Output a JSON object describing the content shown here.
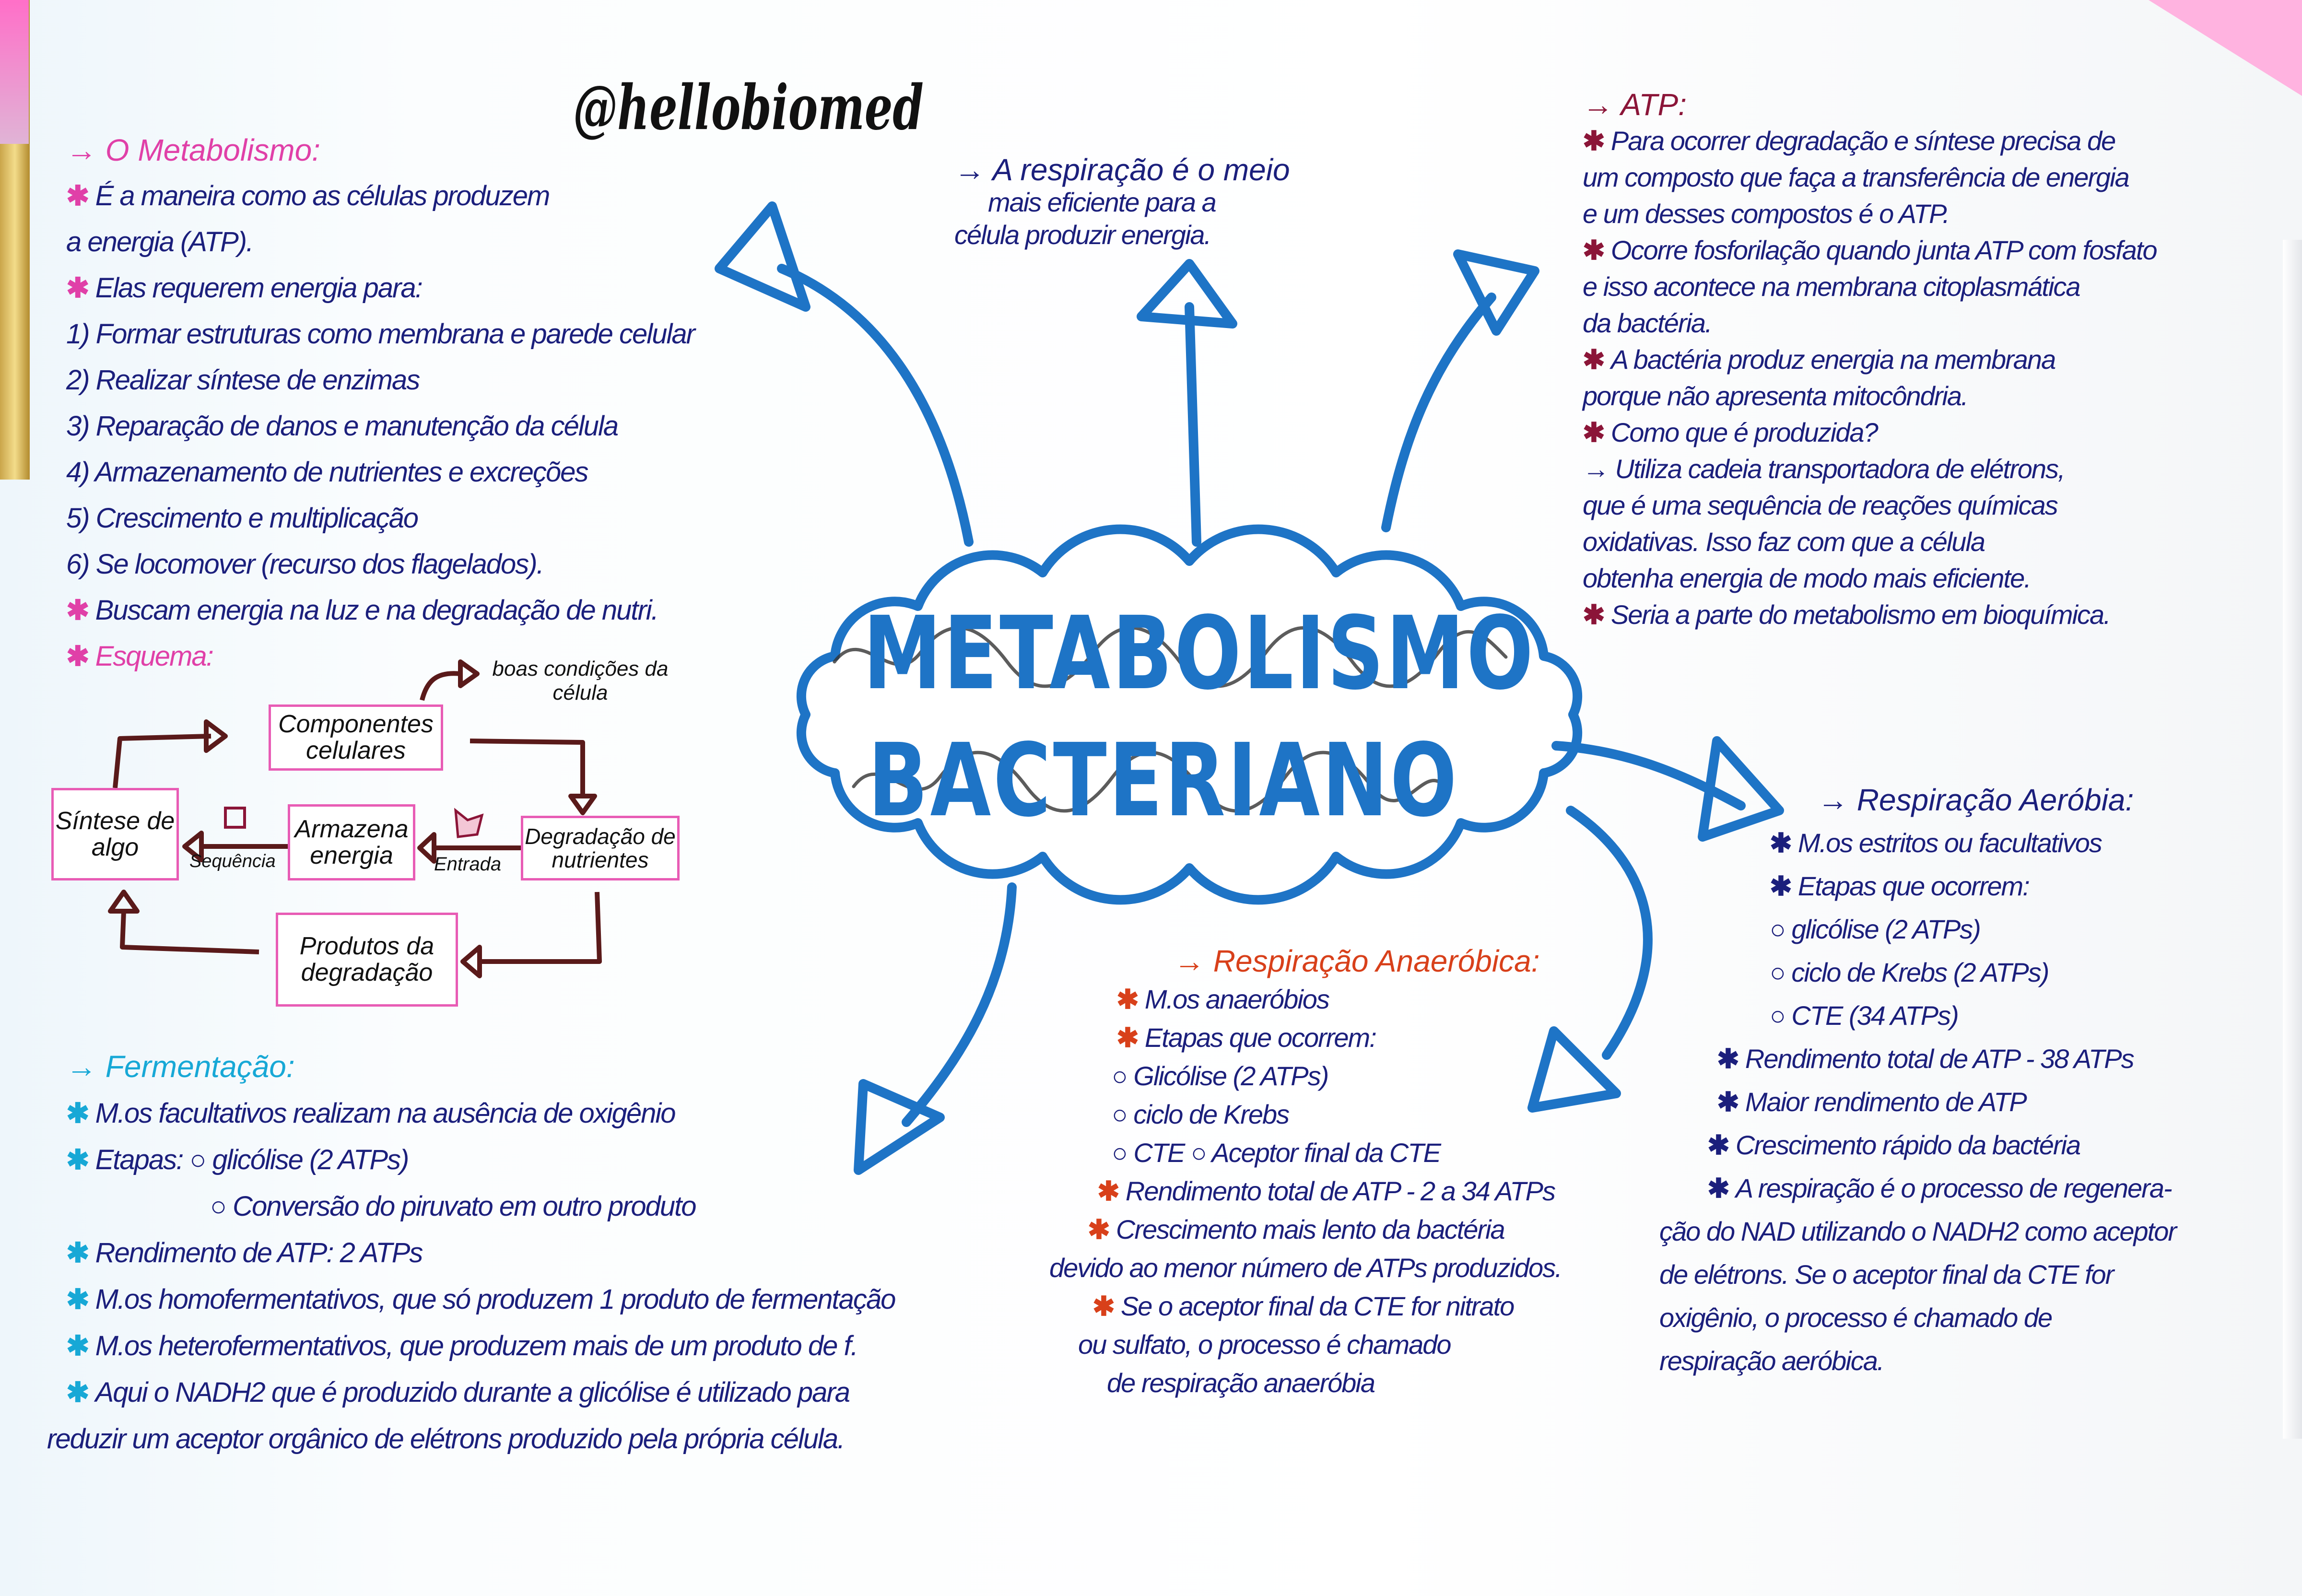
{
  "handle": "@hellobiomed",
  "center": {
    "title_line1": "METABOLISMO",
    "title_line2": "BACTERIANO"
  },
  "colors": {
    "navy": "#1b1f7c",
    "pink": "#e040a8",
    "atp_red": "#8b1538",
    "cyan": "#17a8d6",
    "orange": "#d8401a",
    "arrow_blue": "#1e74c6",
    "diagram_arrow": "#5a1a1a"
  },
  "sections": {
    "metabolismo": {
      "heading": "→ O Metabolismo:",
      "lines": [
        "* É a maneira como as células produzem",
        "a energia (ATP).",
        "* Elas requerem energia para:",
        "1) Formar estruturas como membrana e parede celular",
        "2) Realizar síntese de enzimas",
        "3) Reparação de danos e manutenção da célula",
        "4) Armazenamento de nutrientes e excreções",
        "5) Crescimento e multiplicação",
        "6) Se locomover (recurso dos flagelados).",
        "* Buscam energia na luz e na degradação de nutri.",
        "* Esquema:"
      ]
    },
    "respiracao": {
      "heading": "→ A respiração é o meio",
      "lines": [
        "mais eficiente para a",
        "célula produzir energia."
      ]
    },
    "atp": {
      "heading": "→ ATP:",
      "lines": [
        "* Para ocorrer degradação e síntese precisa de",
        "um composto que faça a transferência de energia",
        "e um desses compostos é o ATP.",
        "* Ocorre fosforilação quando junta ATP com fosfato",
        "e isso acontece na membrana citoplasmática",
        "da bactéria.",
        "* A bactéria produz energia na membrana",
        "porque não apresenta mitocôndria.",
        "* Como que é produzida?",
        "→ Utiliza cadeia transportadora de elétrons,",
        "que é uma sequência de reações químicas",
        "oxidativas. Isso faz com que a célula",
        "obtenha energia de modo mais eficiente.",
        "* Seria a parte do metabolismo em bioquímica."
      ]
    },
    "aerobia": {
      "heading": "→ Respiração Aeróbia:",
      "lines": [
        "* M.os estritos ou facultativos",
        "* Etapas que ocorrem:",
        "○ glicólise (2 ATPs)",
        "○ ciclo de Krebs (2 ATPs)",
        "○ CTE (34 ATPs)",
        "* Rendimento total de ATP - 38 ATPs",
        "* Maior rendimento de ATP",
        "* Crescimento rápido da bactéria",
        "* A respiração é o processo de regenera-",
        "ção do NAD utilizando o NADH2 como aceptor",
        "de elétrons. Se o aceptor final da CTE for",
        "oxigênio, o processo é chamado de",
        "respiração aeróbica."
      ]
    },
    "anaerobica": {
      "heading": "→ Respiração Anaeróbica:",
      "lines": [
        "* M.os anaeróbios",
        "* Etapas que ocorrem:",
        "○ Glicólise (2 ATPs)",
        "○ ciclo de Krebs",
        "○ CTE     ○ Aceptor final da CTE",
        "* Rendimento total de ATP - 2 a 34 ATPs",
        "* Crescimento mais lento da bactéria",
        "devido ao menor número de ATPs produzidos.",
        "* Se o aceptor final da CTE for nitrato",
        "ou sulfato, o processo é chamado",
        "de respiração anaeróbia"
      ]
    },
    "fermentacao": {
      "heading": "→ Fermentação:",
      "lines": [
        "* M.os facultativos realizam na ausência de oxigênio",
        "* Etapas: ○ glicólise (2 ATPs)",
        "○ Conversão do piruvato em outro produto",
        "* Rendimento de ATP: 2 ATPs",
        "* M.os homofermentativos, que só produzem 1 produto de fermentação",
        "* M.os heterofermentativos, que produzem mais de um produto de f.",
        "* Aqui o NADH2 que é produzido durante a glicólise é utilizado para",
        "reduzir um aceptor orgânico de elétrons produzido pela própria célula."
      ]
    }
  },
  "esquema": {
    "boxes": {
      "componentes": "Componentes celulares",
      "sintese": "Síntese de algo",
      "armazena": "Armazena energia",
      "degradacao": "Degradação de nutrientes",
      "produtos": "Produtos da degradação"
    },
    "labels": {
      "boas_condicoes": "boas condições da célula",
      "sequencia": "Sequência",
      "entrada": "Entrada"
    }
  }
}
